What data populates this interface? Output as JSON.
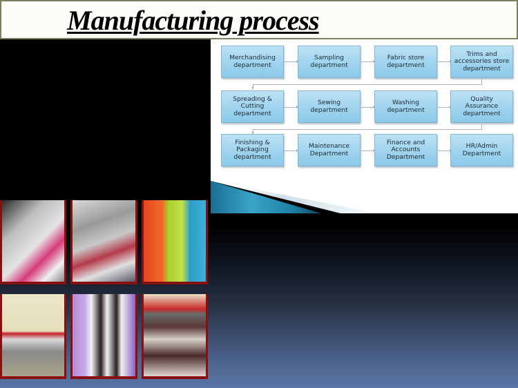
{
  "slide": {
    "title": "Manufacturing process"
  },
  "flowchart": {
    "rows": [
      [
        {
          "label": "Merchandising\ndepartment"
        },
        {
          "label": "Sampling\ndepartment"
        },
        {
          "label": "Fabric store\ndepartment"
        },
        {
          "label": "Trims and\naccessories store\ndepartment"
        }
      ],
      [
        {
          "label": "Spreading &\nCutting\ndepartment"
        },
        {
          "label": "Sewing\ndepartment"
        },
        {
          "label": "Washing\ndepartment"
        },
        {
          "label": "Quality\nAssurance\ndepartment"
        }
      ],
      [
        {
          "label": "Finishing &\nPackaging\ndepartment"
        },
        {
          "label": "Maintenance\nDepartment"
        },
        {
          "label": "Finance and\nAccounts\nDepartment"
        },
        {
          "label": "HR/Admin\nDepartment"
        }
      ]
    ],
    "colors": {
      "box_top": "#bde2f5",
      "box_bottom": "#8ac9ea",
      "connector": "#a8b6be"
    }
  },
  "photos": [
    {
      "subject": "embroidery-machines"
    },
    {
      "subject": "sewing-floor"
    },
    {
      "subject": "colored-garment-stacks"
    },
    {
      "subject": "printer-1"
    },
    {
      "subject": "printer-2"
    },
    {
      "subject": "printer-3"
    }
  ],
  "colors": {
    "title_bg": "#fdfdf8",
    "title_border": "#7d8060",
    "photo_frame": "#8a1010",
    "bg_bottom": "#5a76a6"
  }
}
